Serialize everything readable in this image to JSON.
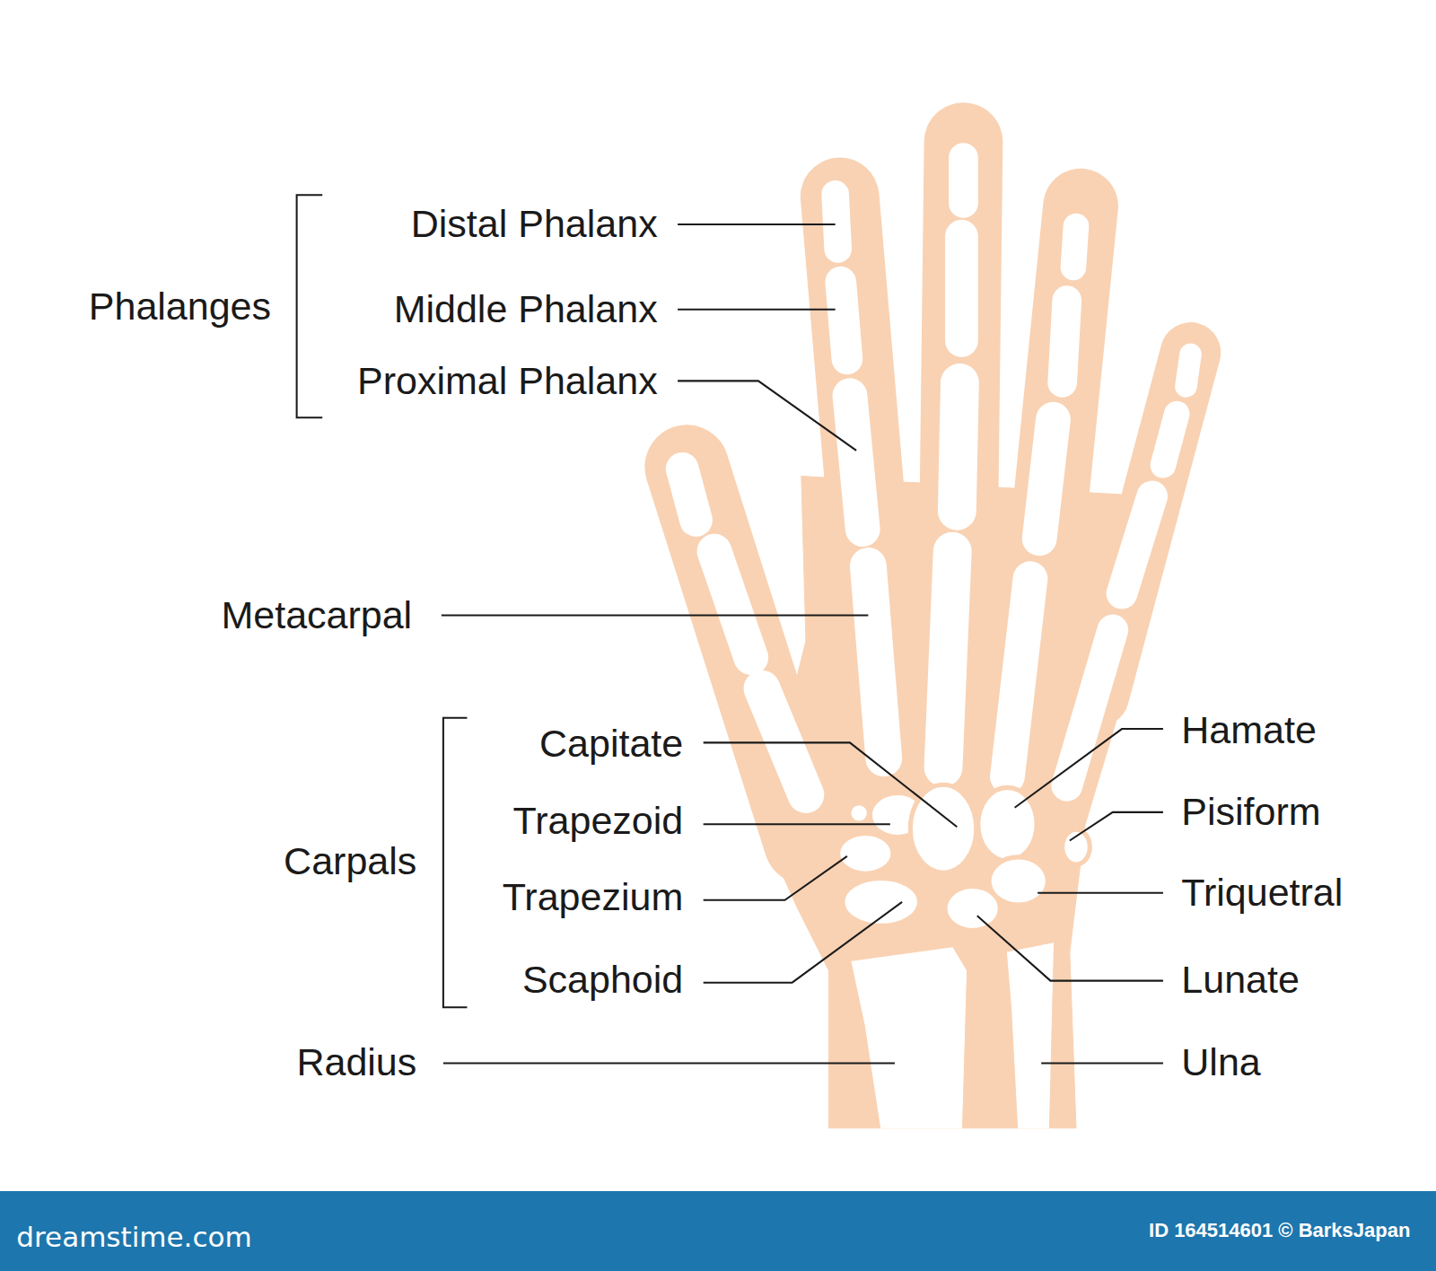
{
  "diagram": {
    "labels": [
      "Phalanges",
      "Distal Phalanx",
      "Middle Phalanx",
      "Proximal Phalanx",
      "Metacarpal",
      "Carpals",
      "Capitate",
      "Trapezoid",
      "Trapezium",
      "Scaphoid",
      "Radius",
      "Hamate",
      "Pisiform",
      "Triquetral",
      "Lunate",
      "Ulna",
      "dreamstime.com",
      "ID 164514601 © BarksJapan"
    ]
  }
}
